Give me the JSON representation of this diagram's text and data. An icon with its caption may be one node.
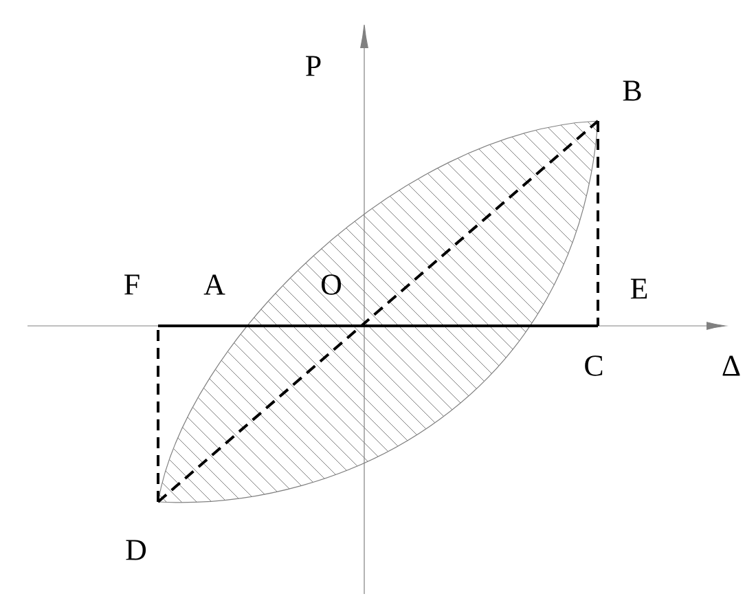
{
  "diagram": {
    "labels": [
      "P",
      "B",
      "F",
      "A",
      "O",
      "E",
      "C",
      "Δ",
      "D"
    ]
  }
}
